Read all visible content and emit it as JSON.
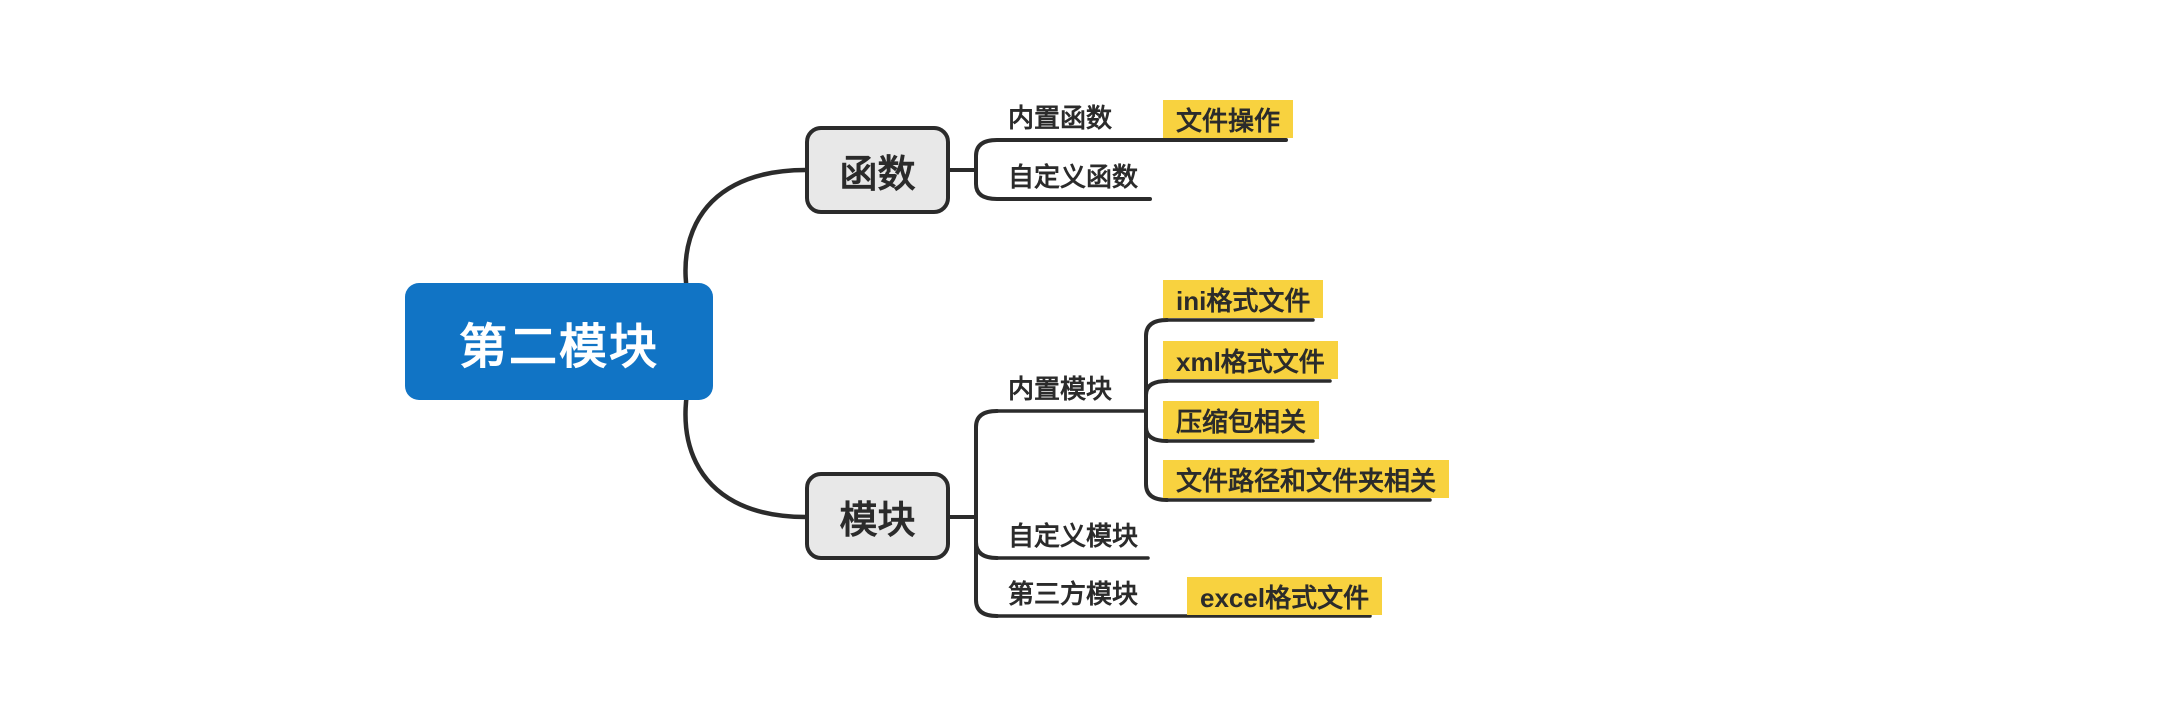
{
  "colors": {
    "canvas_bg": "#FFFFFF",
    "root_bg": "#1174C5",
    "root_text": "#FFFFFF",
    "branch_bg": "#E8E8E8",
    "branch_border": "#2B2B2B",
    "line": "#2B2B2B",
    "highlight_bg": "#F8D23F",
    "text": "#2B2B2B"
  },
  "mindmap": {
    "root": {
      "label": "第二模块"
    },
    "branches": [
      {
        "label": "函数",
        "children": [
          {
            "label": "内置函数",
            "children": [
              {
                "label": "文件操作",
                "highlight": true
              }
            ]
          },
          {
            "label": "自定义函数"
          }
        ]
      },
      {
        "label": "模块",
        "children": [
          {
            "label": "内置模块",
            "children": [
              {
                "label": "ini格式文件",
                "highlight": true
              },
              {
                "label": "xml格式文件",
                "highlight": true
              },
              {
                "label": "压缩包相关",
                "highlight": true
              },
              {
                "label": "文件路径和文件夹相关",
                "highlight": true
              }
            ]
          },
          {
            "label": "自定义模块"
          },
          {
            "label": "第三方模块",
            "children": [
              {
                "label": "excel格式文件",
                "highlight": true
              }
            ]
          }
        ]
      }
    ]
  }
}
